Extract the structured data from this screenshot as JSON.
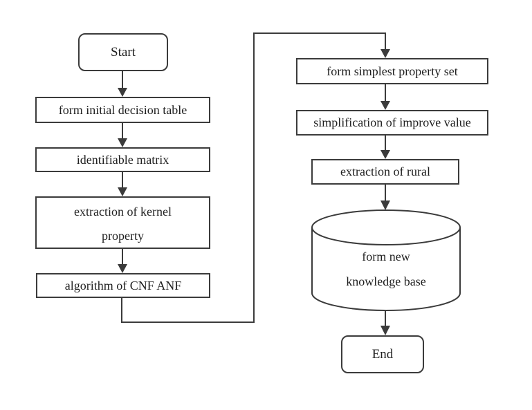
{
  "diagram": {
    "type": "flowchart",
    "colors": {
      "background": "#ffffff",
      "line": "#3b3b3b",
      "text": "#1f1f1f",
      "node_fill": "#ffffff"
    },
    "nodes": {
      "start": {
        "label": "Start",
        "shape": "rounded-terminal"
      },
      "form_initial_decision_table": {
        "label": "form initial decision table",
        "shape": "rect"
      },
      "identifiable_matrix": {
        "label": "identifiable matrix",
        "shape": "rect"
      },
      "extraction_of_kernel_property": {
        "label_line1": "extraction of kernel",
        "label_line2": "property",
        "shape": "rect"
      },
      "algorithm_of_cnf_anf": {
        "label": "algorithm of CNF ANF",
        "shape": "rect"
      },
      "form_simplest_property_set": {
        "label": "form simplest property set",
        "shape": "rect"
      },
      "simplification_of_improve_value": {
        "label": "simplification of improve value",
        "shape": "rect"
      },
      "extraction_of_rural": {
        "label": "extraction of rural",
        "shape": "rect"
      },
      "form_new_knowledge_base": {
        "label_line1": "form new",
        "label_line2": "knowledge base",
        "shape": "cylinder"
      },
      "end": {
        "label": "End",
        "shape": "rounded-terminal"
      }
    },
    "edges": [
      {
        "from": "start",
        "to": "form_initial_decision_table"
      },
      {
        "from": "form_initial_decision_table",
        "to": "identifiable_matrix"
      },
      {
        "from": "identifiable_matrix",
        "to": "extraction_of_kernel_property"
      },
      {
        "from": "extraction_of_kernel_property",
        "to": "algorithm_of_cnf_anf"
      },
      {
        "from": "algorithm_of_cnf_anf",
        "to": "form_simplest_property_set",
        "route": "elbow-right-up"
      },
      {
        "from": "form_simplest_property_set",
        "to": "simplification_of_improve_value"
      },
      {
        "from": "simplification_of_improve_value",
        "to": "extraction_of_rural"
      },
      {
        "from": "extraction_of_rural",
        "to": "form_new_knowledge_base"
      },
      {
        "from": "form_new_knowledge_base",
        "to": "end"
      }
    ]
  }
}
